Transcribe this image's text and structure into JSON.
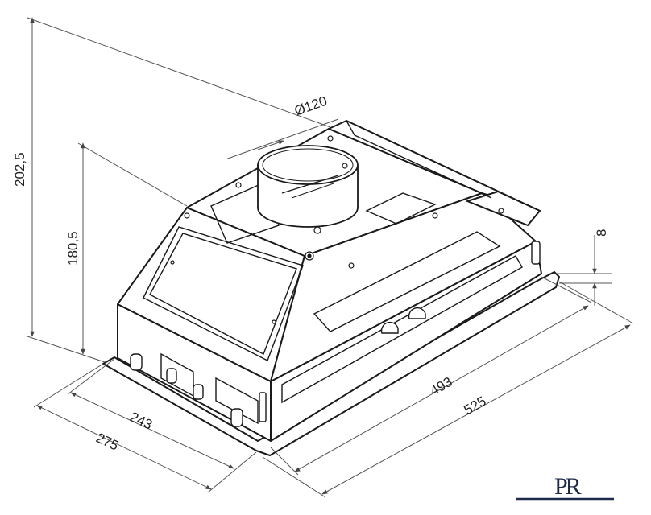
{
  "drawing": {
    "dimensions": {
      "total_height": "202,5",
      "body_height": "180,5",
      "duct_diameter": "Ø120",
      "flange": "8",
      "body_length": "493",
      "total_length": "525",
      "body_depth": "243",
      "total_depth": "275"
    },
    "logo": "PR",
    "colors": {
      "line": "#1a1a1a",
      "dim_line": "#555555",
      "logo": "#1f2a4a"
    }
  }
}
